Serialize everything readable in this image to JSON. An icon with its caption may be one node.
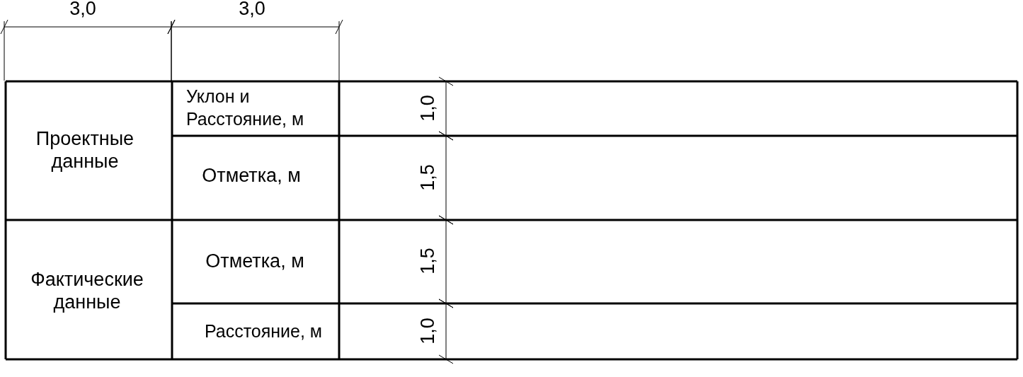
{
  "diagram": {
    "labels": [
      "3,0",
      "3,0",
      "Проектные данные",
      "Уклон и Расстояние, м",
      "1,0",
      "Отметка, м",
      "1,5",
      "Фактические данные",
      "Отметка, м",
      "1,5",
      "Расстояние, м",
      "1,0"
    ]
  }
}
